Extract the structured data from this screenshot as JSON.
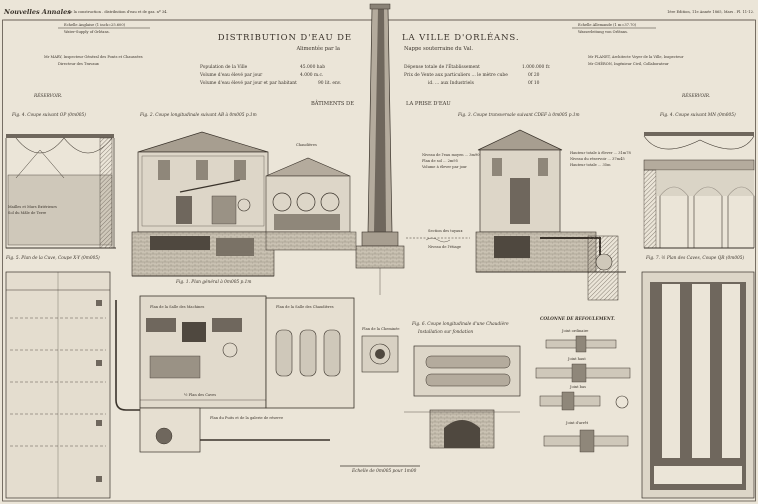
{
  "header": {
    "journal": "Nouvelles Annales",
    "subtitle": "de la construction . distribution d'eau et de gaz. nº 34.",
    "edition": "1ère Edition, 11e Année 1865, Mars . Pl. 11-12."
  },
  "title": {
    "left": "DISTRIBUTION D'EAU DE",
    "right": "LA VILLE D'ORLÉANS.",
    "fed_left": "Alimentée par la",
    "fed_right": "Nappe souterraine du Val.",
    "buildings_left": "BÂTIMENTS DE",
    "buildings_right": "LA PRISE D'EAU"
  },
  "scales": {
    "left_scale": "Echelle Anglaise (1 inch=25.600)",
    "left_name": "Water-Supply of Orléans.",
    "right_scale": "Echelle Allemande (1 m=37.70)",
    "right_name": "Wasserleitung von Orléans."
  },
  "credits": {
    "left_1": "Mr MARY, Inspecteur Général des Ponts et Chaussées",
    "left_2": "Directeur des Travaux",
    "right_1": "Mr PLANET, Architecte Voyer de la Ville, Inspecteur",
    "right_2": "Mr CHÉRON, Ingénieur Civil, Collaborateur"
  },
  "stats": {
    "population_label": "Population de la Ville",
    "population_value": "45.000 hab",
    "volume_label": "Volume d'eau élevé par jour",
    "volume_value": "4.000 m.c.",
    "per_head_label": "Volume d'eau élevé par jour et par habitant",
    "per_head_value": "90 lit. env.",
    "expense_label": "Dépense totale de l'Établissement",
    "expense_value": "1.000.000 fr.",
    "price_label": "Prix de Vente aux particuliers ... le mètre cube",
    "price_value": "0f 20",
    "industry_label": "id. ... aux Industriels",
    "industry_value": "0f 10"
  },
  "sections": {
    "reservoir_left": "RÉSERVOIR.",
    "reservoir_right": "RÉSERVOIR.",
    "fig4_left": "Fig. 4. Coupe suivant OP (0m005)",
    "fig2": "Fig. 2. Coupe longitudinale suivant AB à 0m005 p.1m",
    "fig3": "Fig. 3. Coupe transversale suivant CDEF à 0m005 p.1m",
    "fig4_right": "Fig. 4. Coupe suivant MN (0m005)",
    "chaudieres": "Chaudières",
    "fig5": "Fig. 5. Plan de la Cuve, Coupe X-Y (0m005)",
    "fig1": "Fig. 1. Plan général à 0m005 p.1m",
    "fig7": "Fig. 7. ½ Plan des Caves, Coupe QR (0m005)",
    "salle_machines": "Plan de la Salle des Machines",
    "salle_chaudieres": "Plan de la Salle des Chaudières",
    "plan_cheminee": "Plan de la Cheminée",
    "plan_caves": "½ Plan des Caves",
    "puits": "Plan du Puits et de la galerie de réserve",
    "fig6": "Fig. 6. Coupe longitudinale d'une Chaudière",
    "fig6b": "Installation sur fondation",
    "colonne": "COLONNE DE REFOULEMENT.",
    "joint_ordinaire": "Joint ordinaire",
    "joint_haut": "Joint haut",
    "joint_bas": "Joint bas",
    "joint_arrete": "Joint d'arrêt",
    "echelle": "Echelle de 0m005 pour 1m00",
    "section_tuyaux": "Section des tuyaux",
    "niveau_bas": "Niveau de l'étiage",
    "note_left": "Mailles et Murs Extérieurs",
    "note_left2": "Sol du Mâle de Terre",
    "boiler_note_1": "Niveau de l'eau moyen ... 3m90",
    "boiler_note_2": "Plan de sol ... 2m95",
    "boiler_note_3": "Volume à élever par jour",
    "right_note_1": "Hauteur totale à élever ... 31m78",
    "right_note_2": "Niveau du réservoir ... 37m45",
    "right_note_3": "Hauteur totale ... 35m"
  },
  "colors": {
    "paper": "#ebe5d8",
    "ink": "#3a332b",
    "wash": "#b5ada0",
    "dark_wash": "#6f675d"
  }
}
